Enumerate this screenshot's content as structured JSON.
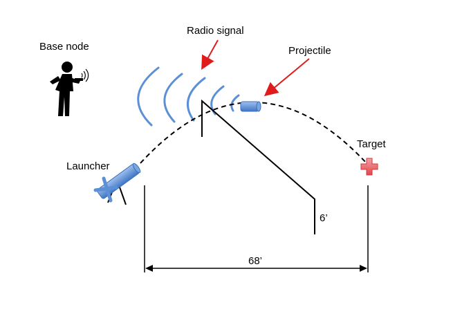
{
  "labels": {
    "base_node": "Base node",
    "radio_signal": "Radio signal",
    "projectile": "Projectile",
    "target": "Target",
    "launcher": "Launcher",
    "distance": "68’",
    "height": "6’"
  },
  "icons": {
    "person": "person-with-laptop-icon",
    "launcher": "launcher-icon",
    "projectile": "projectile-icon",
    "target": "target-cross-icon",
    "signal": "radio-wave-arcs"
  },
  "colors": {
    "blue": "#5b8fd6",
    "blue_dark": "#3a6fb8",
    "red_arrow": "#e01b1b",
    "target_red": "#e8545a",
    "ink": "#000000"
  }
}
